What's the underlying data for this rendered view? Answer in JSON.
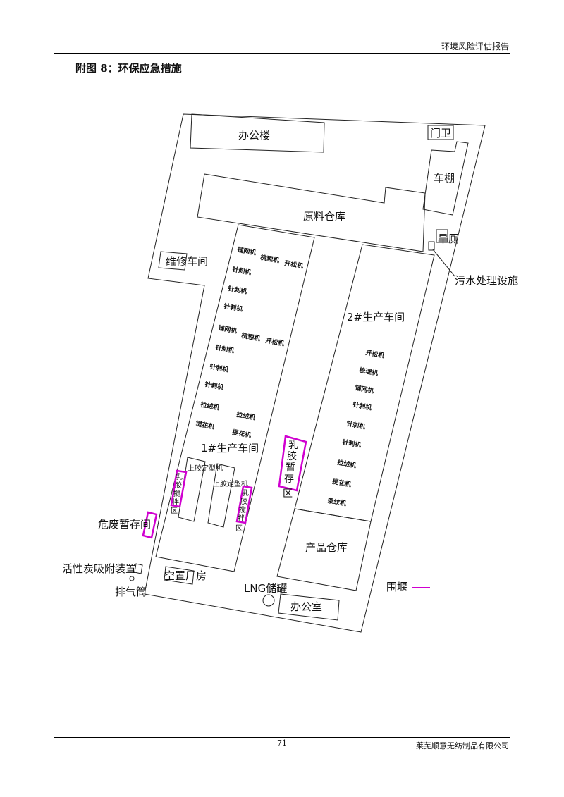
{
  "header": {
    "report_title": "环境风险评估报告"
  },
  "figure_title": "附图 8：环保应急措施",
  "footer": {
    "page_number": "71",
    "company": "莱芜顺意无纺制品有限公司"
  },
  "map": {
    "office_building": "办公楼",
    "gate": "门卫",
    "carport": "车棚",
    "raw_warehouse": "原料仓库",
    "dry_toilet": "旱厕",
    "sewage": "污水处理设施",
    "repair_shop": "维修车间",
    "workshop1": "1#生产车间",
    "workshop2": "2#生产车间",
    "latex_storage": [
      "乳",
      "胶",
      "暂",
      "存",
      "区"
    ],
    "latex_mix": [
      "乳",
      "胶",
      "搅",
      "拌",
      "区"
    ],
    "glue_machine": "上胶定型机",
    "hazard_storage": "危废暂存间",
    "carbon": "活性炭吸附装置",
    "exhaust": "排气筒",
    "vacant": "空置厂房",
    "lng": "LNG储罐",
    "office": "办公室",
    "product_warehouse": "产品仓库",
    "legend_bund": "围堰",
    "bund_color": "#d000d0",
    "machines": [
      "铺网机",
      "梳理机",
      "开松机",
      "针刺机",
      "拉绒机",
      "提花机",
      "条纹机"
    ]
  }
}
